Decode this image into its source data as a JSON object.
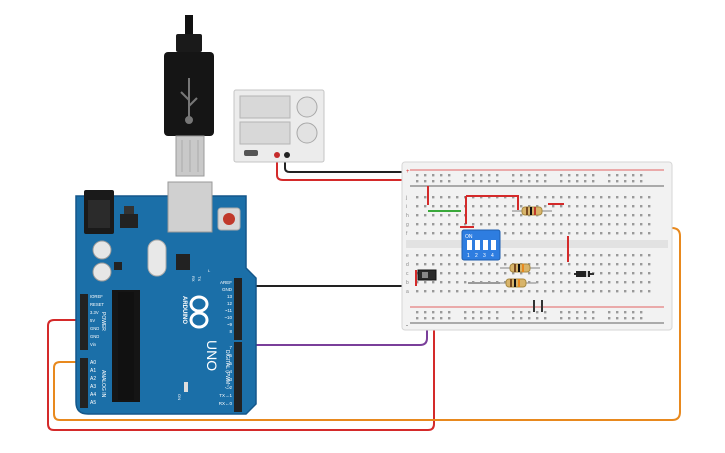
{
  "canvas": {
    "components": {
      "arduino": {
        "brand": "ARDUINO",
        "model": "UNO",
        "power_label": "POWER",
        "analog_label": "ANALOG IN",
        "digital_label": "DIGITAL (PWM~)",
        "on_label": "ON",
        "tx_label": "TX",
        "rx_label": "RX",
        "l_label": "L",
        "power_pins": [
          "IOREF",
          "RESET",
          "3.3V",
          "5V",
          "GND",
          "GND",
          "Vin"
        ],
        "analog_pins": [
          "A0",
          "A1",
          "A2",
          "A3",
          "A4",
          "A5"
        ],
        "digital_pins_top": [
          "AREF",
          "GND",
          "13",
          "12",
          "~11",
          "~10",
          "~9",
          "8"
        ],
        "digital_pins_bottom": [
          "7",
          "~6",
          "~5",
          "4",
          "~3",
          "2",
          "TX→1",
          "RX←0"
        ]
      },
      "dip_switch": {
        "on_label": "ON",
        "numbers": [
          "1",
          "2",
          "3",
          "4"
        ]
      },
      "breadboard": {
        "row_letters_top": [
          "j",
          "i",
          "h",
          "g",
          "f"
        ],
        "row_letters_bottom": [
          "e",
          "d",
          "c",
          "b",
          "a"
        ],
        "plus_label": "+",
        "minus_label": "-"
      }
    },
    "colors": {
      "board": "#1b6fa8",
      "wire_red": "#d42a2a",
      "wire_black": "#222222",
      "wire_orange": "#e8891e",
      "wire_purple": "#7a3f9a",
      "wire_green": "#39a83a"
    }
  }
}
